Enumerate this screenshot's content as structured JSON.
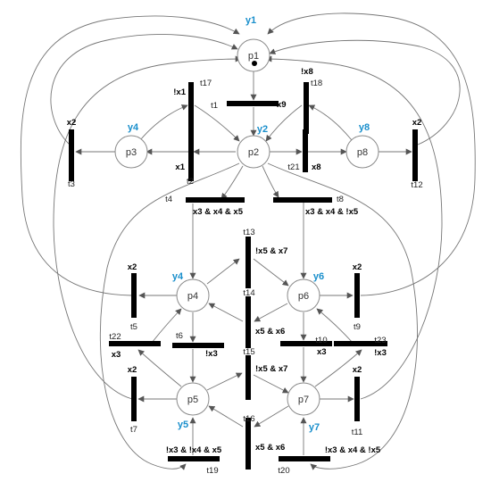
{
  "colors": {
    "output_label": "#1a8fcc",
    "arc": "#777777",
    "transition": "#000000"
  },
  "places": {
    "p1": "p1",
    "p2": "p2",
    "p3": "p3",
    "p4": "p4",
    "p5": "p5",
    "p6": "p6",
    "p7": "p7",
    "p8": "p8"
  },
  "outputs": {
    "p1": "y1",
    "p2": "y2",
    "p3": "y4",
    "p4": "y4",
    "p5": "y5",
    "p6": "y6",
    "p7": "y7",
    "p8": "y8"
  },
  "transitions": {
    "t1": "t1",
    "t2": "t2",
    "t3": "t3",
    "t4": "t4",
    "t5": "t5",
    "t6": "t6",
    "t7": "t7",
    "t8": "t8",
    "t9": "t9",
    "t10": "t10",
    "t11": "t11",
    "t12": "t12",
    "t13": "t13",
    "t14": "t14",
    "t15": "t15",
    "t16": "t16",
    "t17": "t17",
    "t18": "t18",
    "t19": "t19",
    "t20": "t20",
    "t21": "t21",
    "t22": "t22",
    "t23": "t23"
  },
  "guards": {
    "t1": "x9",
    "t2": "x1",
    "t3": "x2",
    "t4": "x3 & x4 & x5",
    "t5": "x2",
    "t6": "!x3",
    "t7": "x2",
    "t8": "x3 & x4 & !x5",
    "t9": "x2",
    "t10": "x3",
    "t11": "x2",
    "t12": "x2",
    "t13": "!x5 & x7",
    "t14": "x5 & x6",
    "t15": "!x5 & x7",
    "t16": "x5 & x6",
    "t17": "!x1",
    "t18": "!x8",
    "t19": "!x3 & !x4 & x5",
    "t20": "!x3 & x4 & !x5",
    "t21": "x8",
    "t22": "x3",
    "t23": "!x3"
  }
}
